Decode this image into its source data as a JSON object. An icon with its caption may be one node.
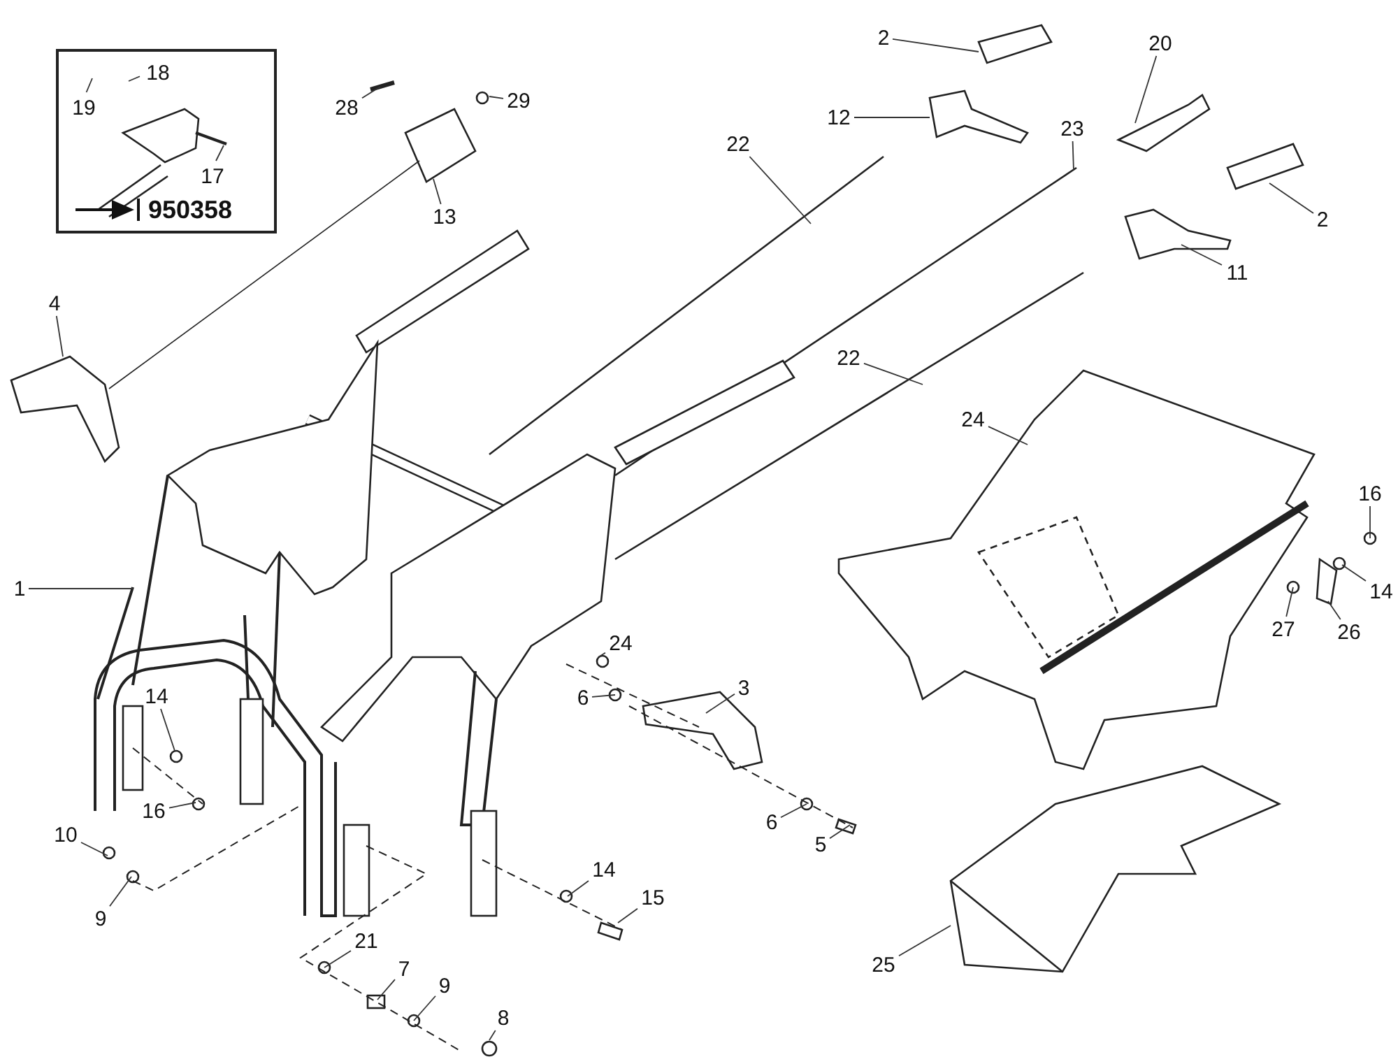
{
  "diagram": {
    "nodes": [
      {
        "text": [
          "950358"
        ]
      },
      {
        "text": [
          "19"
        ],
        "in": 0
      },
      {
        "text": [
          "18"
        ],
        "in": 0
      },
      {
        "text": [
          "17"
        ],
        "in": 0
      },
      {
        "text": [
          "28"
        ]
      },
      {
        "text": [
          "29"
        ]
      },
      {
        "text": [
          "13"
        ]
      },
      {
        "text": [
          "2"
        ]
      },
      {
        "text": [
          "20"
        ]
      },
      {
        "text": [
          "12"
        ]
      },
      {
        "text": [
          "23"
        ]
      },
      {
        "text": [
          "22"
        ]
      },
      {
        "text": [
          "2"
        ]
      },
      {
        "text": [
          "11"
        ]
      },
      {
        "text": [
          "4"
        ]
      },
      {
        "text": [
          "22"
        ]
      },
      {
        "text": [
          "24"
        ]
      },
      {
        "text": [
          "16"
        ]
      },
      {
        "text": [
          "14"
        ]
      },
      {
        "text": [
          "27"
        ]
      },
      {
        "text": [
          "26"
        ]
      },
      {
        "text": [
          "1"
        ]
      },
      {
        "text": [
          "24"
        ]
      },
      {
        "text": [
          "3"
        ]
      },
      {
        "text": [
          "6"
        ]
      },
      {
        "text": [
          "14"
        ]
      },
      {
        "text": [
          "16"
        ]
      },
      {
        "text": [
          "10"
        ]
      },
      {
        "text": [
          "9"
        ]
      },
      {
        "text": [
          "6"
        ]
      },
      {
        "text": [
          "5"
        ]
      },
      {
        "text": [
          "14"
        ]
      },
      {
        "text": [
          "15"
        ]
      },
      {
        "text": [
          "21"
        ]
      },
      {
        "text": [
          "7"
        ]
      },
      {
        "text": [
          "9"
        ]
      },
      {
        "text": [
          "8"
        ]
      },
      {
        "text": [
          "25"
        ]
      }
    ],
    "edges": [
      {
        "from": 1,
        "to": null,
        "arrow": "none"
      },
      {
        "from": 2,
        "to": null,
        "arrow": "none"
      },
      {
        "from": 3,
        "to": null,
        "arrow": "none"
      },
      {
        "from": 4,
        "to": null,
        "arrow": "none"
      },
      {
        "from": 5,
        "to": null,
        "arrow": "none"
      },
      {
        "from": 6,
        "to": null,
        "arrow": "none"
      },
      {
        "from": 7,
        "to": null,
        "arrow": "none"
      },
      {
        "from": 8,
        "to": null,
        "arrow": "none"
      },
      {
        "from": 9,
        "to": null,
        "arrow": "none"
      },
      {
        "from": 10,
        "to": null,
        "arrow": "none"
      },
      {
        "from": 11,
        "to": null,
        "arrow": "none"
      },
      {
        "from": 12,
        "to": null,
        "arrow": "none"
      },
      {
        "from": 13,
        "to": null,
        "arrow": "none"
      },
      {
        "from": 14,
        "to": null,
        "arrow": "none"
      },
      {
        "from": 15,
        "to": null,
        "arrow": "none"
      },
      {
        "from": 16,
        "to": null,
        "arrow": "none"
      },
      {
        "from": 17,
        "to": null,
        "arrow": "none"
      },
      {
        "from": 18,
        "to": null,
        "arrow": "none"
      },
      {
        "from": 19,
        "to": null,
        "arrow": "none"
      },
      {
        "from": 20,
        "to": null,
        "arrow": "none"
      },
      {
        "from": 21,
        "to": null,
        "arrow": "none"
      },
      {
        "from": 22,
        "to": null,
        "arrow": "none"
      },
      {
        "from": 23,
        "to": null,
        "arrow": "none"
      },
      {
        "from": 24,
        "to": null,
        "arrow": "none"
      },
      {
        "from": 25,
        "to": null,
        "arrow": "none"
      },
      {
        "from": 26,
        "to": null,
        "arrow": "none"
      },
      {
        "from": 27,
        "to": null,
        "arrow": "none"
      },
      {
        "from": 28,
        "to": null,
        "arrow": "none"
      },
      {
        "from": 29,
        "to": null,
        "arrow": "none"
      },
      {
        "from": 30,
        "to": null,
        "arrow": "none"
      },
      {
        "from": 31,
        "to": null,
        "arrow": "none"
      },
      {
        "from": 32,
        "to": null,
        "arrow": "none"
      },
      {
        "from": 33,
        "to": null,
        "arrow": "none"
      },
      {
        "from": 34,
        "to": null,
        "arrow": "none"
      },
      {
        "from": 35,
        "to": null,
        "arrow": "none"
      },
      {
        "from": 36,
        "to": null,
        "arrow": "none"
      },
      {
        "from": 37,
        "to": null,
        "arrow": "none"
      }
    ]
  }
}
